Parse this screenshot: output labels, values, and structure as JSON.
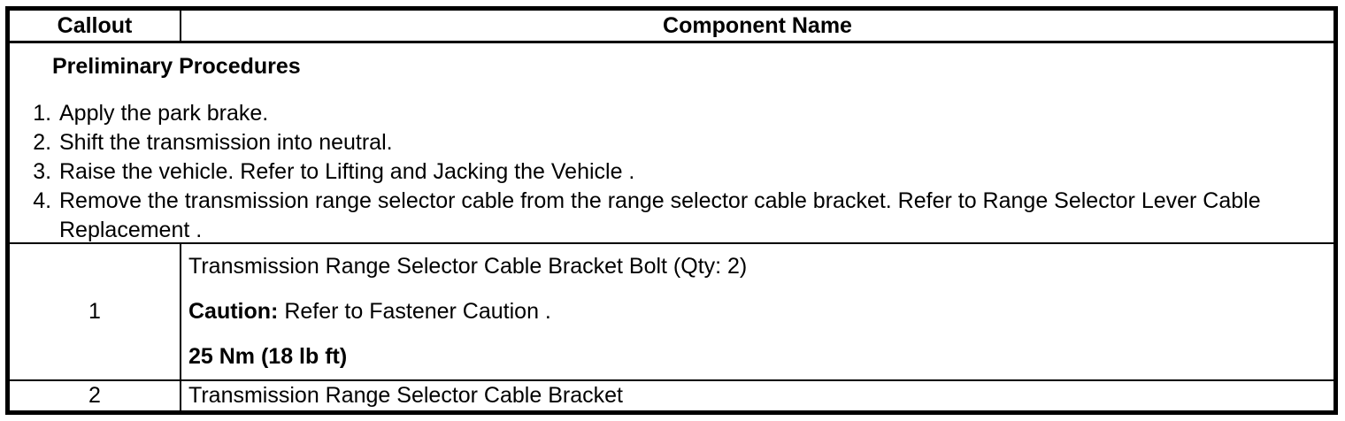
{
  "table": {
    "header": {
      "callout": "Callout",
      "component": "Component Name"
    },
    "preliminary": {
      "title": "Preliminary Procedures",
      "steps": [
        "Apply the park brake.",
        "Shift the transmission into neutral.",
        "Raise the vehicle. Refer to Lifting and Jacking the Vehicle .",
        "Remove the transmission range selector cable from the range selector cable bracket. Refer to Range Selector Lever Cable Replacement ."
      ]
    },
    "rows": [
      {
        "callout": "1",
        "name": "Transmission Range Selector Cable Bracket Bolt (Qty: 2)",
        "caution_label": "Caution:",
        "caution_text": " Refer to Fastener Caution .",
        "torque": "25 Nm (18 lb ft)"
      },
      {
        "callout": "2",
        "name": "Transmission Range Selector Cable Bracket"
      }
    ],
    "colors": {
      "border": "#000000",
      "text": "#000000",
      "background": "#ffffff"
    }
  }
}
